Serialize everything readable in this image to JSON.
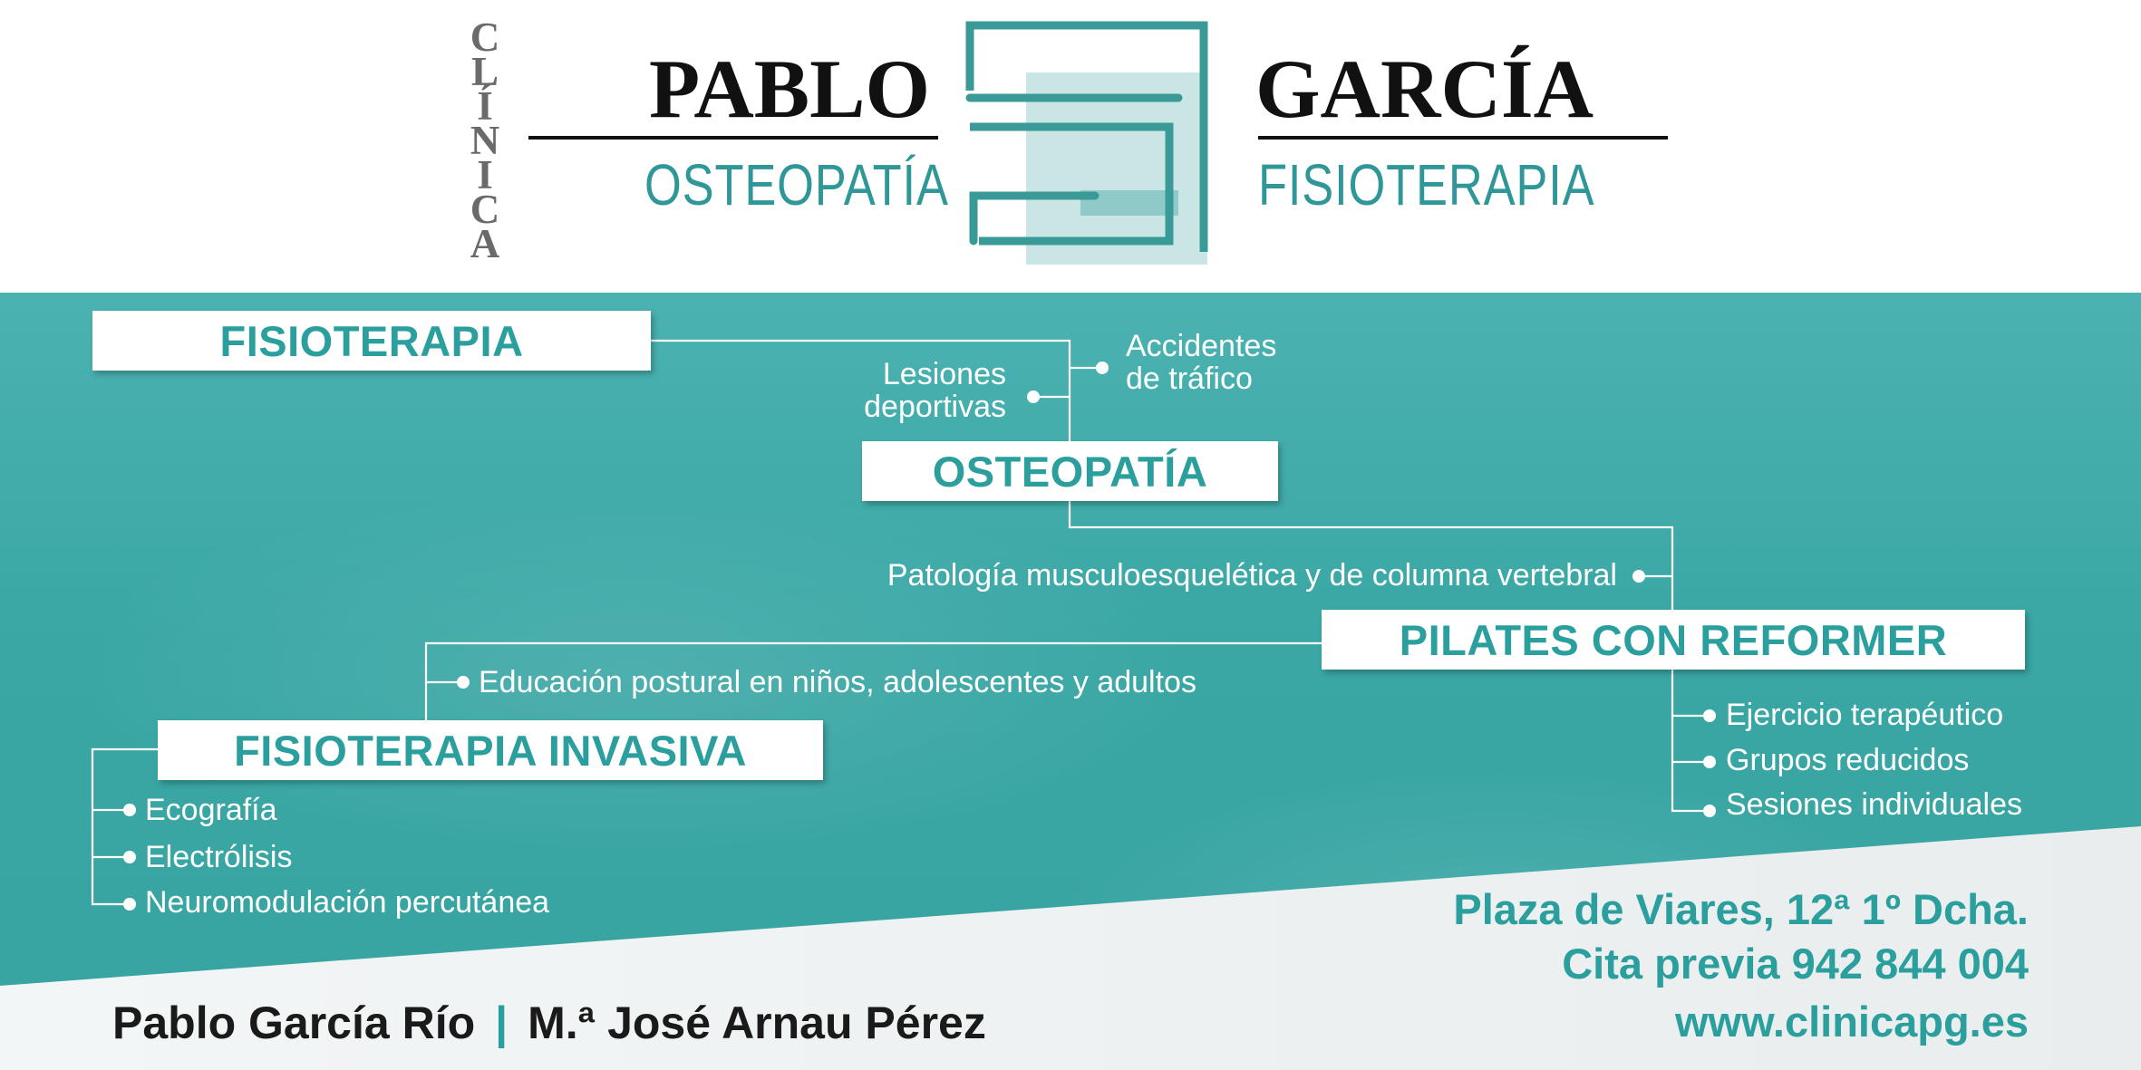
{
  "logo": {
    "clinica": "CLÍNICA",
    "first_name": "PABLO",
    "last_name": "GARCÍA",
    "left_subtitle": "OSTEOPATÍA",
    "right_subtitle": "FISIOTERAPIA"
  },
  "services": {
    "fisioterapia": {
      "title": "FISIOTERAPIA",
      "items": [
        "Accidentes",
        "de tráfico",
        "Lesiones",
        "deportivas"
      ]
    },
    "osteopatia": {
      "title": "OSTEOPATÍA",
      "items": [
        "Patología musculoesquelética  y de columna vertebral"
      ]
    },
    "pilates": {
      "title": "PILATES CON REFORMER",
      "items": [
        "Educación postural en niños, adolescentes y adultos",
        "Ejercicio terapéutico",
        "Grupos reducidos",
        "Sesiones individuales"
      ]
    },
    "invasiva": {
      "title": "FISIOTERAPIA INVASIVA",
      "items": [
        "Ecografía",
        "Electrólisis",
        "Neuromodulación percutánea"
      ]
    }
  },
  "contact": {
    "address": "Plaza de Viares, 12ª 1º Dcha.",
    "phone": "Cita previa 942 844 004",
    "website": "www.clinicapg.es"
  },
  "professionals": {
    "first": "Pablo García Río",
    "separator": "|",
    "second": "M.ª José Arnau Pérez"
  },
  "colors": {
    "teal": "#2a9f9d",
    "band": "#3aa7a5",
    "text_dark": "#1a1a1a"
  }
}
